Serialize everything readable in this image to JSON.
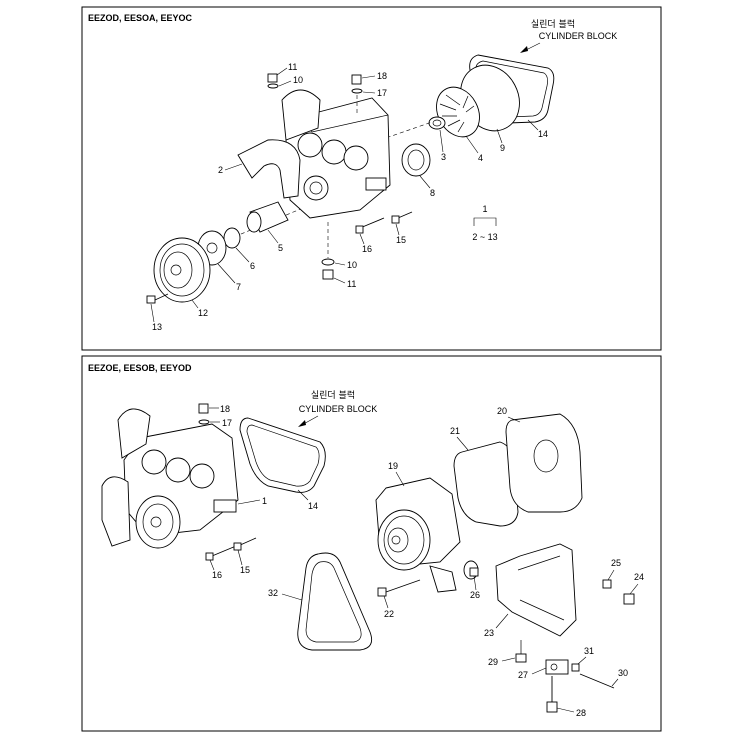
{
  "panels": [
    {
      "title": "EEZOD, EESOA, EEYOC",
      "note_kr": "실린더 블럭",
      "note_en": "CYLINDER BLOCK",
      "group": {
        "number": "1",
        "range": "2 ~ 13"
      },
      "callouts": [
        "11",
        "10",
        "18",
        "17",
        "2",
        "3",
        "4",
        "9",
        "14",
        "8",
        "5",
        "6",
        "7",
        "12",
        "13",
        "16",
        "15",
        "10",
        "11"
      ]
    },
    {
      "title": "EEZOE, EESOB, EEYOD",
      "note_kr": "실린더 블럭",
      "note_en": "CYLINDER BLOCK",
      "callouts": [
        "18",
        "17",
        "1",
        "14",
        "16",
        "15",
        "21",
        "20",
        "19",
        "32",
        "22",
        "26",
        "25",
        "24",
        "23",
        "29",
        "31",
        "27",
        "30",
        "28"
      ]
    }
  ]
}
